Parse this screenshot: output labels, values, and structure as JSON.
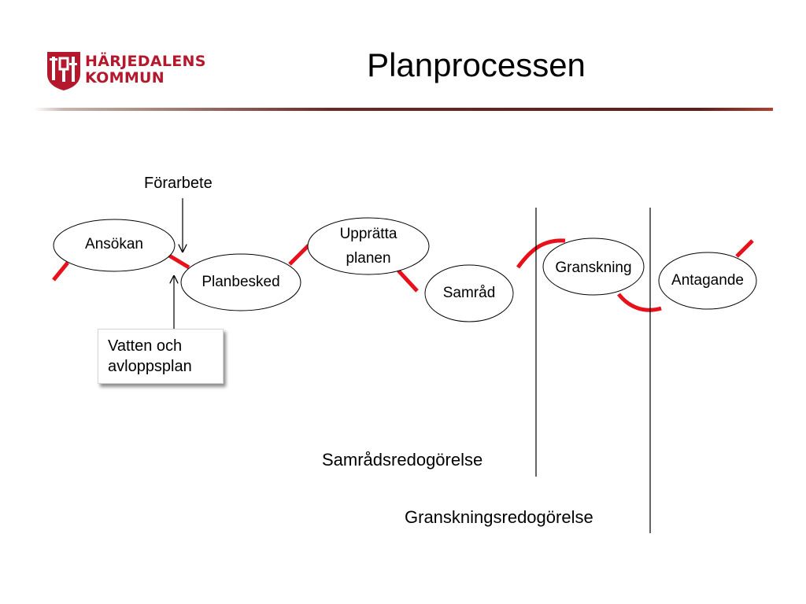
{
  "header": {
    "title": "Planprocessen",
    "logo": {
      "line1": "HÄRJEDALENS",
      "line2": "KOMMUN",
      "brand_color": "#b5182c"
    }
  },
  "diagram": {
    "process_line_color": "#e8101a",
    "nodes": [
      {
        "id": "ansokan",
        "label": "Ansökan"
      },
      {
        "id": "planbesked",
        "label": "Planbesked"
      },
      {
        "id": "upprattaPlanen",
        "label_line1": "Upprätta",
        "label_line2": "planen"
      },
      {
        "id": "samrad",
        "label": "Samråd"
      },
      {
        "id": "granskning",
        "label": "Granskning"
      },
      {
        "id": "antagande",
        "label": "Antagande"
      }
    ],
    "annotations": {
      "forarbete": "Förarbete",
      "vatten_box_line1": "Vatten och",
      "vatten_box_line2": "avloppsplan",
      "samradsredogorelse": "Samrådsredogörelse",
      "granskningsredogorelse": "Granskningsredogörelse"
    }
  }
}
